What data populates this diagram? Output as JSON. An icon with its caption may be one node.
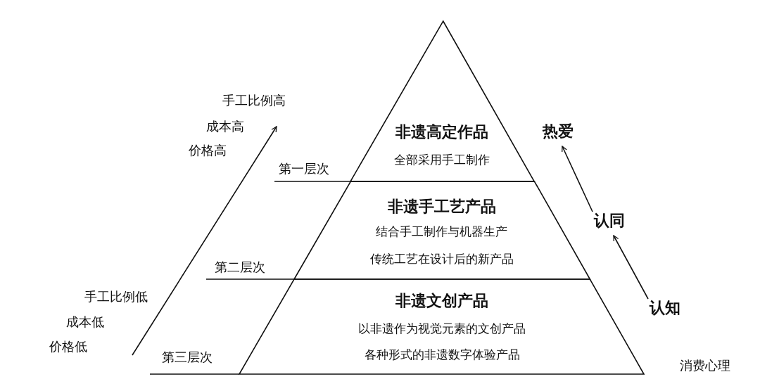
{
  "diagram": {
    "nodes": [
      {
        "text": [
          "非遗高定作品",
          "全部采用手工制作"
        ]
      },
      {
        "text": [
          "非遗手工艺产品",
          "结合手工制作与机器生产",
          "传统工艺在设计后的新产品"
        ]
      },
      {
        "text": [
          "非遗文创产品",
          "以非遗作为视觉元素的文创产品",
          "各种形式的非遗数字体验产品"
        ]
      },
      {
        "text": [
          "热爱"
        ]
      },
      {
        "text": [
          "认同"
        ]
      },
      {
        "text": [
          "认知"
        ]
      }
    ],
    "edges": [
      {
        "from": 5,
        "to": 4,
        "arrow": "to"
      },
      {
        "from": 4,
        "to": 3,
        "arrow": "to"
      }
    ],
    "labels": [
      "手工比例高",
      "成本高",
      "价格高",
      "第一层次",
      "第二层次",
      "手工比例低",
      "成本低",
      "价格低",
      "第三层次",
      "消费心理"
    ]
  }
}
